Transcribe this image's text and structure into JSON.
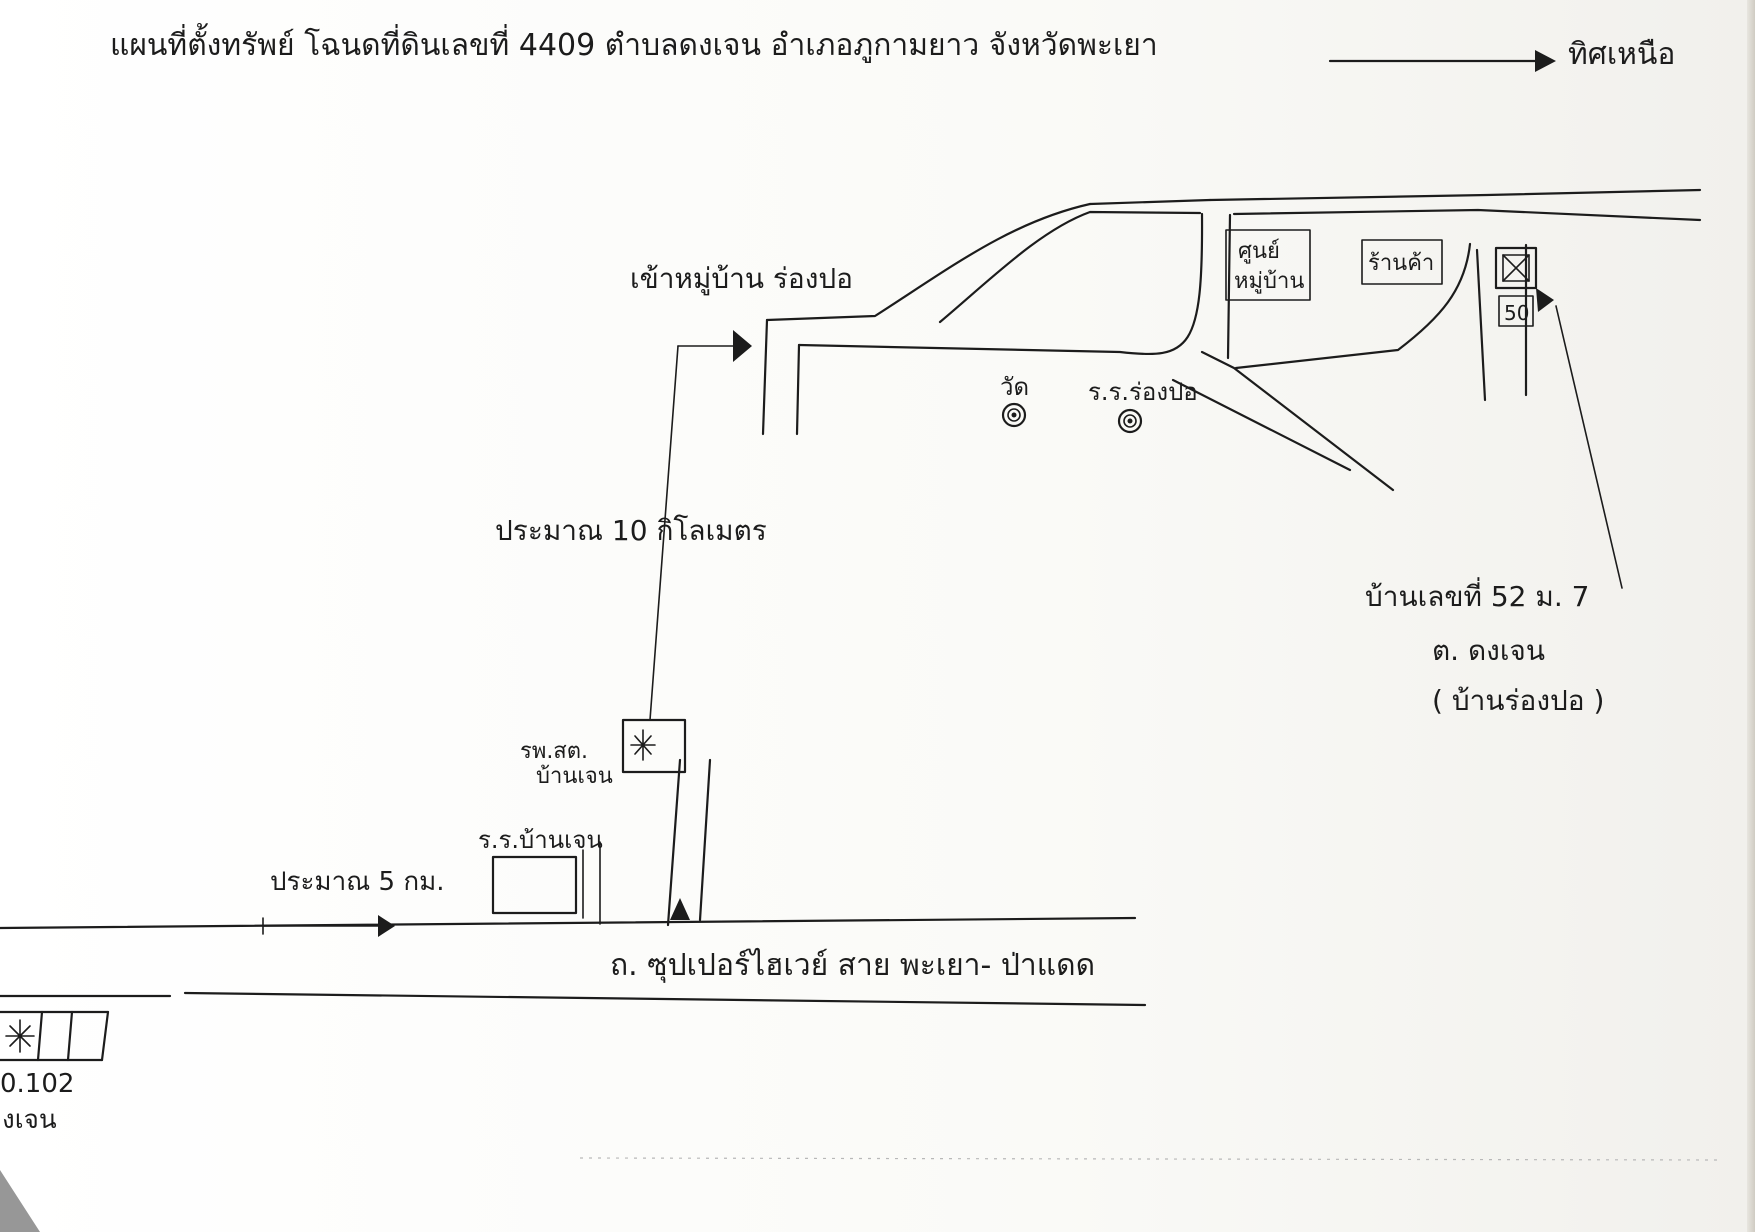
{
  "title": "แผนที่ตั้งทรัพย์ โฉนดที่ดินเลขที่ 4409 ตำบลดงเจน อำเภอภูกามยาว จังหวัดพะเยา",
  "north_label": "ทิศเหนือ",
  "labels": {
    "village_entrance": "เข้าหมู่บ้าน ร่องปอ",
    "distance_10km": "ประมาณ 10 กิโลเมตร",
    "distance_5km": "ประมาณ 5 กม.",
    "health_center": "รพ.สต. บ้านเจน",
    "health_center_line1": "รพ.สต.",
    "health_center_line2": "บ้านเจน",
    "school_banjen": "ร.ร.บ้านเจน",
    "temple": "วัด",
    "school_rongpo": "ร.ร.ร่องปอ",
    "village_center_line1": "ศูนย์",
    "village_center_line2": "หมู่บ้าน",
    "shop": "ร้านค้า",
    "house_number_box": "50",
    "house_line1": "บ้านเลขที่ 52 ม. 7",
    "house_line2": "ต. ดงเจน",
    "house_line3": "( บ้านร่องปอ )",
    "main_road": "ถ. ซุปเปอร์ไฮเวย์ สาย พะเยา- ป่าแดด",
    "left_partial_line1": "0.102",
    "left_partial_line2": "งเจน"
  },
  "symbols": {
    "property_marker": "x-box",
    "start_marker": "arrow-up",
    "temple_marker": "spiral",
    "school_marker": "spiral"
  }
}
